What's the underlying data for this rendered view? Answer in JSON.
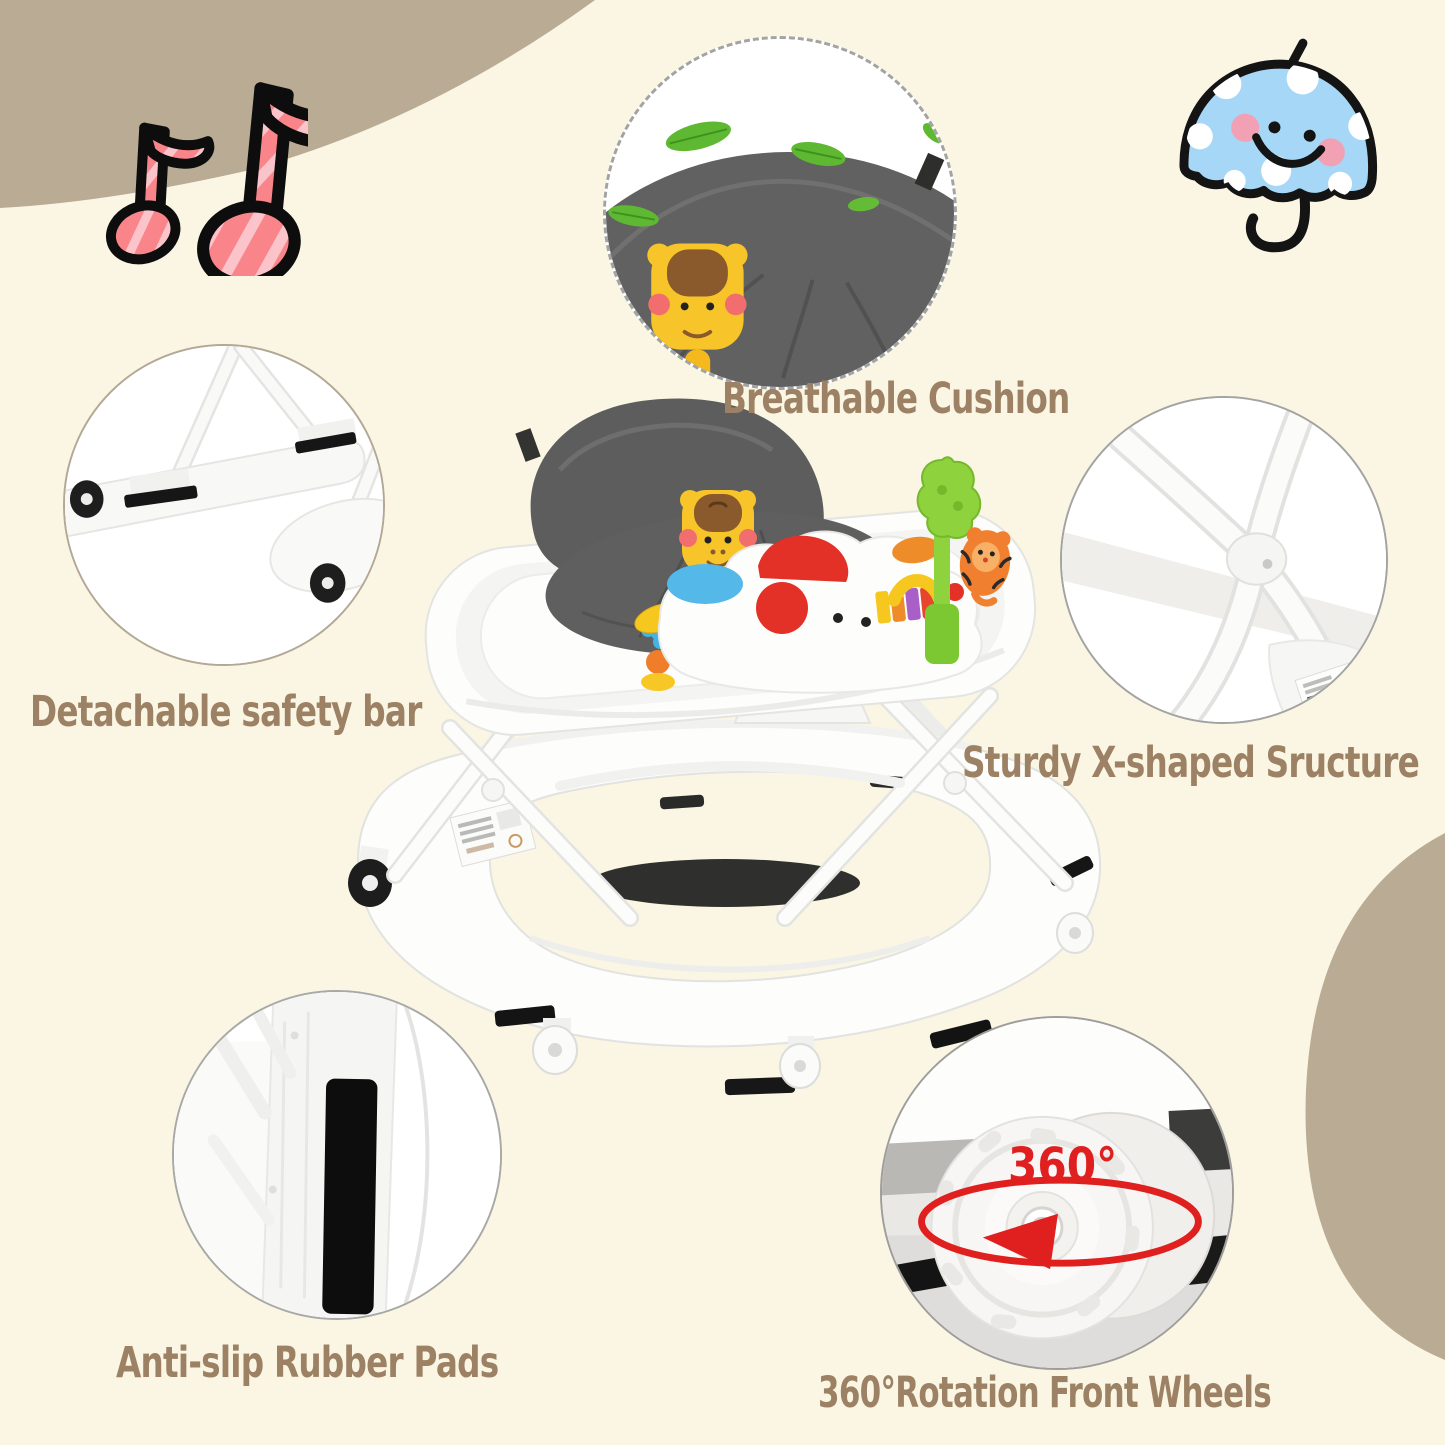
{
  "scene": {
    "background_color": "#faf6e3",
    "corner_blob_color": "#b9ab94",
    "label_color": "#9c8164"
  },
  "decor": {
    "top_left_icon": "music-notes",
    "top_right_icon": "smiling-umbrella"
  },
  "callouts": {
    "cushion": {
      "label": "Breathable Cushion"
    },
    "safety_bar": {
      "label": "Detachable safety bar"
    },
    "x_structure": {
      "label": "Sturdy X-shaped Sructure"
    },
    "rubber_pads": {
      "label": "Anti-slip Rubber Pads"
    },
    "front_wheels": {
      "label": "360°Rotation Front Wheels",
      "badge": "360°",
      "badge_color": "#e02020"
    }
  }
}
